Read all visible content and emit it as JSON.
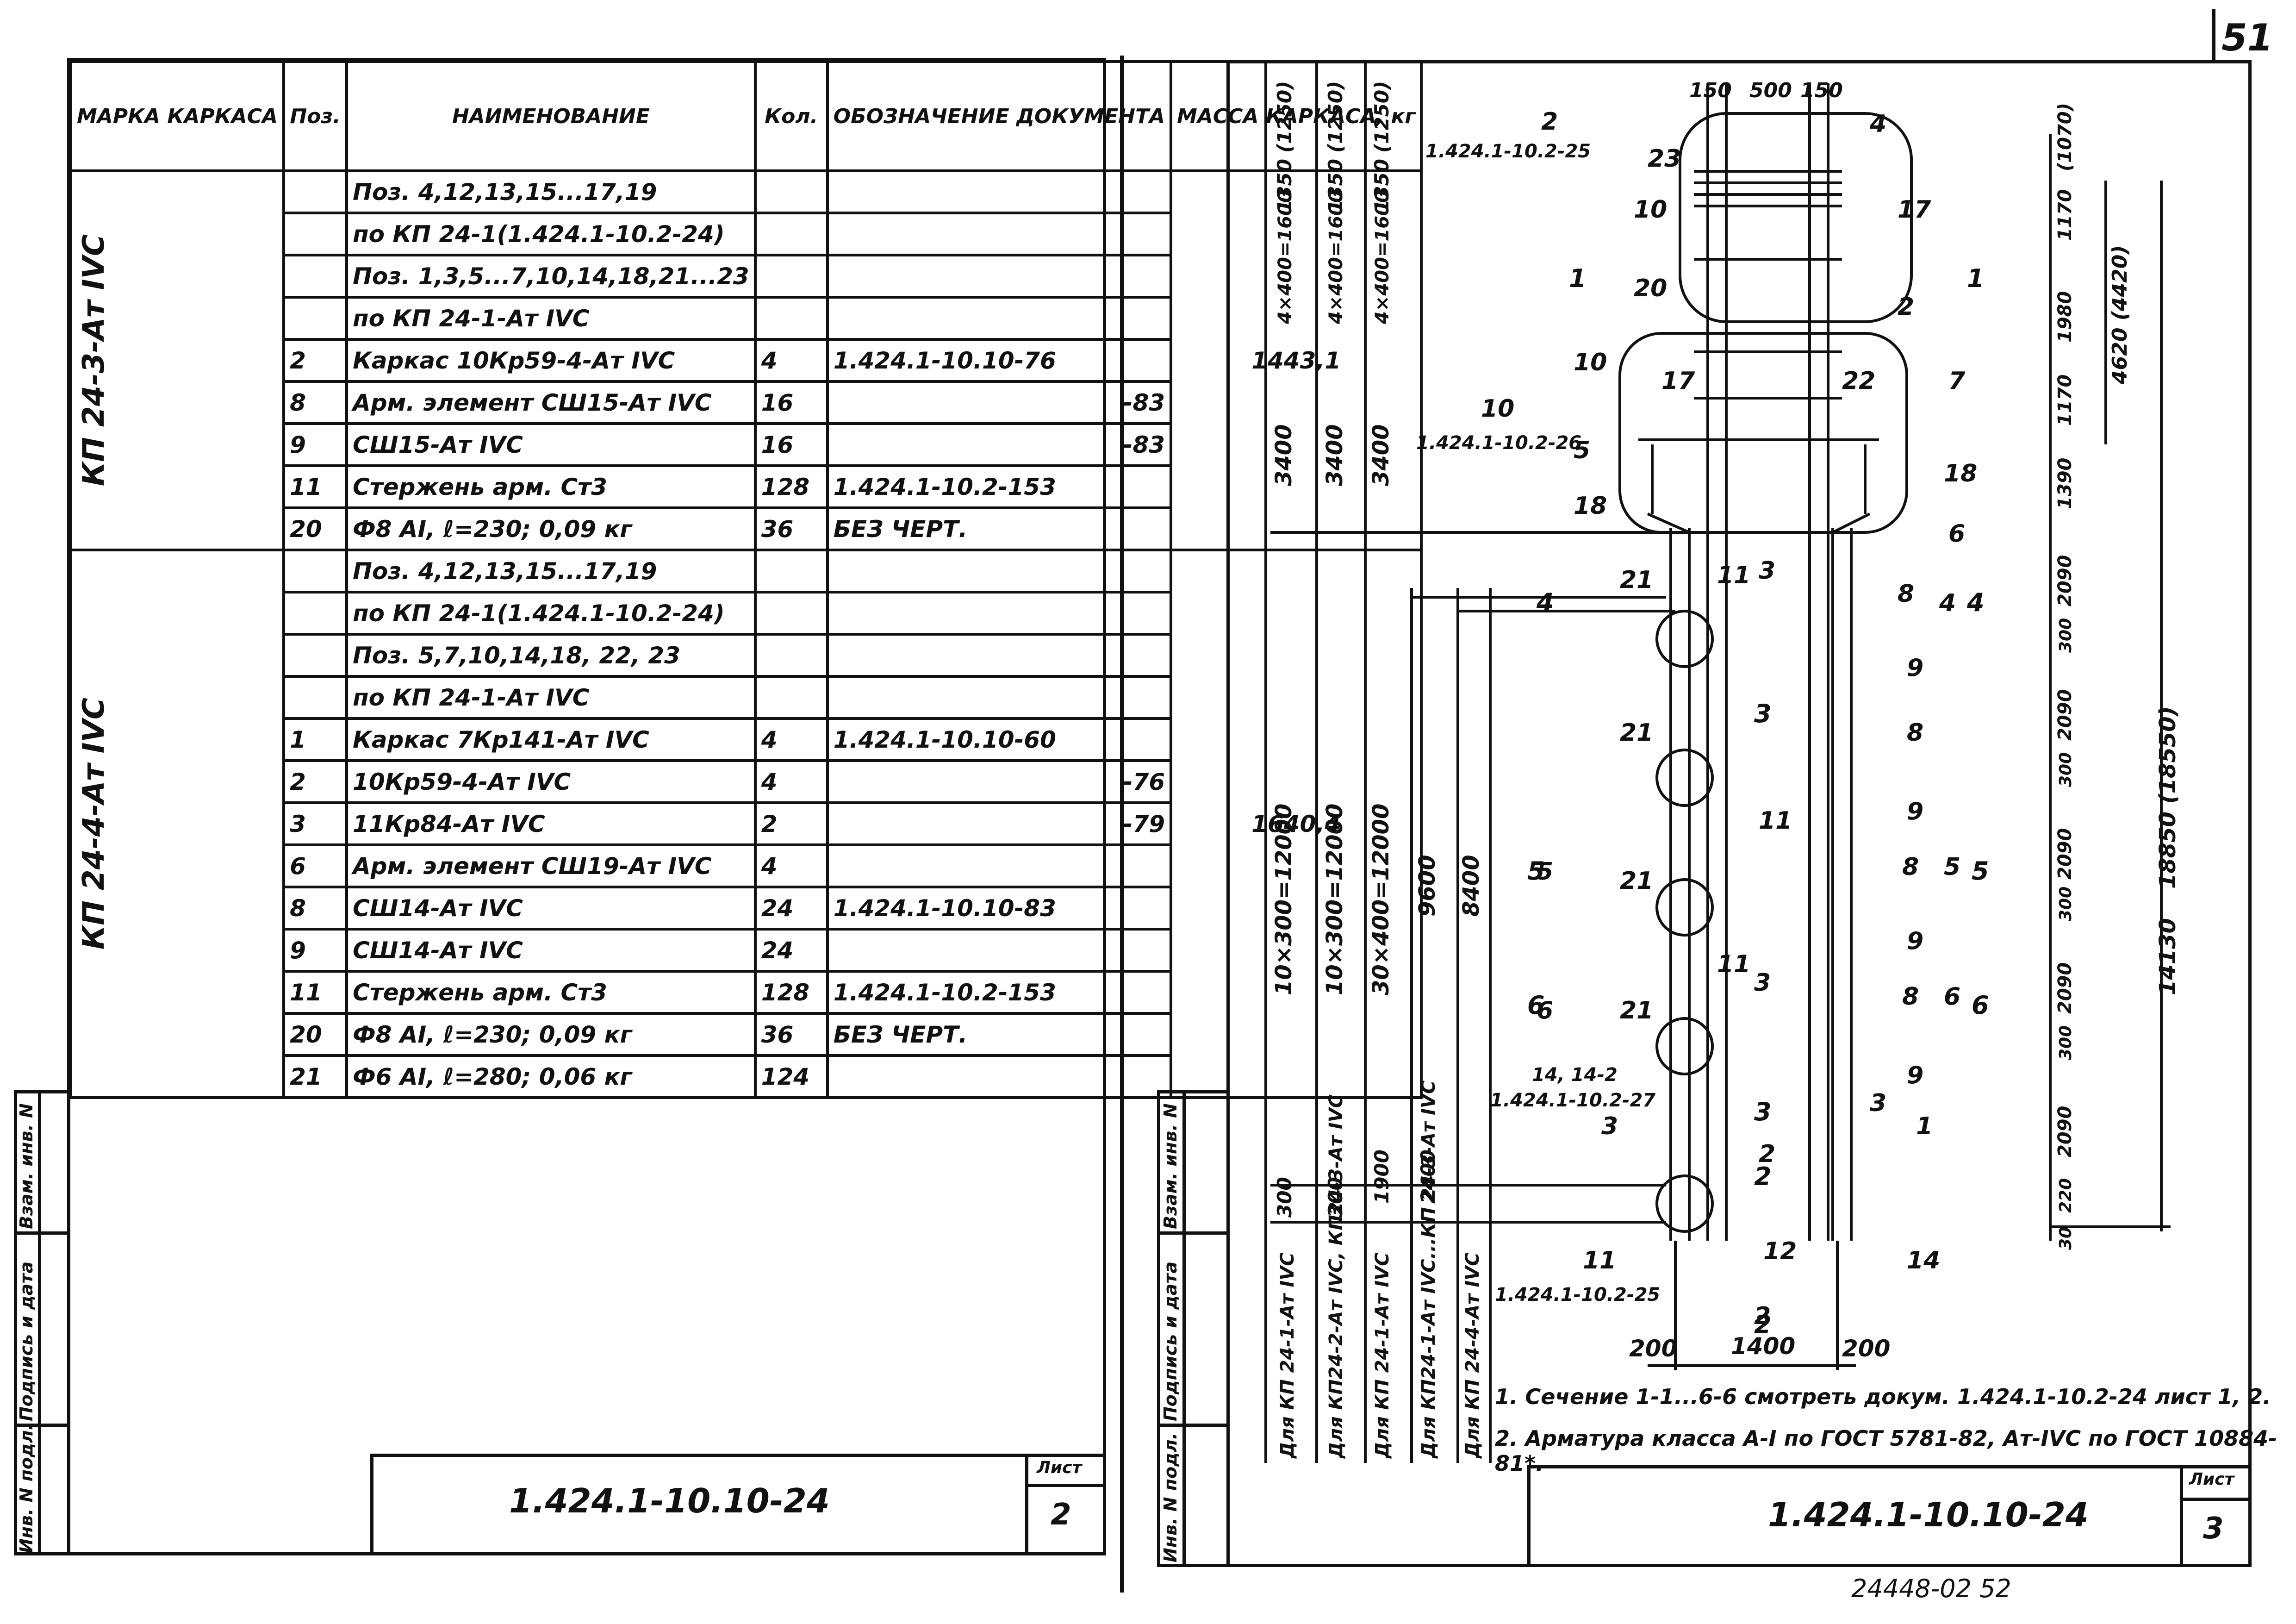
{
  "page_number": "51",
  "bottom_code": "24448-02  52",
  "left_sheet": {
    "headers": {
      "mark": "МАРКА КАРКАСА",
      "pos": "Поз.",
      "name": "НАИМЕНОВАНИЕ",
      "qty": "Кол.",
      "doc": "ОБОЗНАЧЕНИЕ ДОКУМЕНТА",
      "mass": "МАССА КАРКАСА, кг"
    },
    "groups": [
      {
        "mark": "КП 24-3-Ат IVС",
        "mass": "1443,1",
        "rows": [
          {
            "pos": "",
            "name": "Поз. 4,12,13,15...17,19",
            "qty": "",
            "doc": ""
          },
          {
            "pos": "",
            "name": "по КП 24-1(1.424.1-10.2-24)",
            "qty": "",
            "doc": ""
          },
          {
            "pos": "",
            "name": "Поз. 1,3,5...7,10,14,18,21...23",
            "qty": "",
            "doc": ""
          },
          {
            "pos": "",
            "name": "по КП 24-1-Ат IVС",
            "qty": "",
            "doc": ""
          },
          {
            "pos": "2",
            "name": "Каркас 10Кр59-4-Ат IVС",
            "qty": "4",
            "doc": "1.424.1-10.10-76"
          },
          {
            "pos": "8",
            "name": "Арм. элемент СШ15-Ат IVС",
            "qty": "16",
            "doc": "-83"
          },
          {
            "pos": "9",
            "name": "СШ15-Ат IVС",
            "qty": "16",
            "doc": "-83"
          },
          {
            "pos": "11",
            "name": "Стержень арм. Ст3",
            "qty": "128",
            "doc": "1.424.1-10.2-153"
          },
          {
            "pos": "20",
            "name": "Ф8 AI, ℓ=230;   0,09 кг",
            "qty": "36",
            "doc": "БЕЗ ЧЕРТ."
          }
        ]
      },
      {
        "mark": "КП 24-4-Ат IVС",
        "mass": "1640,4",
        "rows": [
          {
            "pos": "",
            "name": "Поз. 4,12,13,15...17,19",
            "qty": "",
            "doc": ""
          },
          {
            "pos": "",
            "name": "по КП 24-1(1.424.1-10.2-24)",
            "qty": "",
            "doc": ""
          },
          {
            "pos": "",
            "name": "Поз. 5,7,10,14,18, 22, 23",
            "qty": "",
            "doc": ""
          },
          {
            "pos": "",
            "name": "по КП 24-1-Ат IVС",
            "qty": "",
            "doc": ""
          },
          {
            "pos": "1",
            "name": "Каркас 7Кр141-Ат IVС",
            "qty": "4",
            "doc": "1.424.1-10.10-60"
          },
          {
            "pos": "2",
            "name": "10Кр59-4-Ат IVС",
            "qty": "4",
            "doc": "-76"
          },
          {
            "pos": "3",
            "name": "11Кр84-Ат IVС",
            "qty": "2",
            "doc": "-79"
          },
          {
            "pos": "6",
            "name": "Арм. элемент СШ19-Ат IVС",
            "qty": "4",
            "doc": ""
          },
          {
            "pos": "8",
            "name": "СШ14-Ат IVС",
            "qty": "24",
            "doc": "1.424.1-10.10-83"
          },
          {
            "pos": "9",
            "name": "СШ14-Ат IVС",
            "qty": "24",
            "doc": ""
          },
          {
            "pos": "11",
            "name": "Стержень арм. Ст3",
            "qty": "128",
            "doc": "1.424.1-10.2-153"
          },
          {
            "pos": "20",
            "name": "Ф8 AI, ℓ=230;   0,09 кг",
            "qty": "36",
            "doc": "БЕЗ ЧЕРТ."
          },
          {
            "pos": "21",
            "name": "Ф6 AI, ℓ=280;   0,06 кг",
            "qty": "124",
            "doc": ""
          }
        ]
      }
    ],
    "side_labels": [
      "Взам. инв. N",
      "Подпись и дата",
      "Инв. N подл."
    ],
    "title_block": {
      "code": "1.424.1-10.10-24",
      "sheet_label": "Лист",
      "sheet": "2"
    }
  },
  "right_sheet": {
    "side_labels": [
      "Взам. инв. N",
      "Подпись и дата",
      "Инв. N подл."
    ],
    "applicability": [
      "Для КП 24-1-Ат IVС",
      "Для КП24-2-Ат IVС, КП24-3-Ат IVС",
      "Для КП 24-1-Ат IVС",
      "Для КП24-1-Ат IVС...КП 24-3-Ат IVС",
      "Для КП 24-4-Ат IVС"
    ],
    "top_dims": [
      "150",
      "500",
      "150"
    ],
    "left_dims": {
      "col1": [
        "(1250)",
        "1350",
        "4×400=1600",
        "3400",
        "10×300=12000",
        "300"
      ],
      "col2": [
        "(1250)",
        "1350",
        "4×400=1600",
        "3400",
        "10×300=12000",
        "300"
      ],
      "col3": [
        "(1250)",
        "1350",
        "4×400=1600",
        "3400",
        "30×400=12000",
        "1900"
      ],
      "col4": [
        "9600",
        "2400"
      ],
      "col5": [
        "8400"
      ]
    },
    "right_dims": [
      "(1070)",
      "1170",
      "1980",
      "1170",
      "1390",
      "2090",
      "300",
      "2090",
      "300",
      "2090",
      "300",
      "2090",
      "300",
      "2090",
      "30",
      "220",
      "4620 (4420)",
      "18850 (18550)",
      "14130"
    ],
    "bottom_dims": [
      "200",
      "1400",
      "200"
    ],
    "callouts": [
      "2",
      "1.424.1-10.2-25",
      "23",
      "4",
      "10",
      "17",
      "20",
      "2",
      "10",
      "17",
      "22",
      "7",
      "10",
      "1.424.1-10.2-26",
      "5",
      "18",
      "18",
      "6",
      "21",
      "11",
      "3",
      "8",
      "4",
      "9",
      "21",
      "8",
      "9",
      "11",
      "5",
      "21",
      "8",
      "5",
      "9",
      "6",
      "21",
      "11",
      "3",
      "8",
      "6",
      "14, 14-2",
      "1.424.1-10.2-27",
      "9",
      "3",
      "3",
      "1",
      "2",
      "11",
      "1.424.1-10.2-25",
      "12",
      "2",
      "14"
    ],
    "section_marks": [
      "1",
      "1",
      "4",
      "4",
      "5",
      "5",
      "6",
      "6",
      "3",
      "3",
      "2",
      "2"
    ],
    "notes": [
      "1. Сечение 1-1...6-6 смотреть докум. 1.424.1-10.2-24 лист 1, 2.",
      "2. Арматура класса A-I по ГОСТ 5781-82, Ат-IVС по ГОСТ 10884-81*."
    ],
    "title_block": {
      "code": "1.424.1-10.10-24",
      "sheet_label": "Лист",
      "sheet": "3"
    }
  }
}
